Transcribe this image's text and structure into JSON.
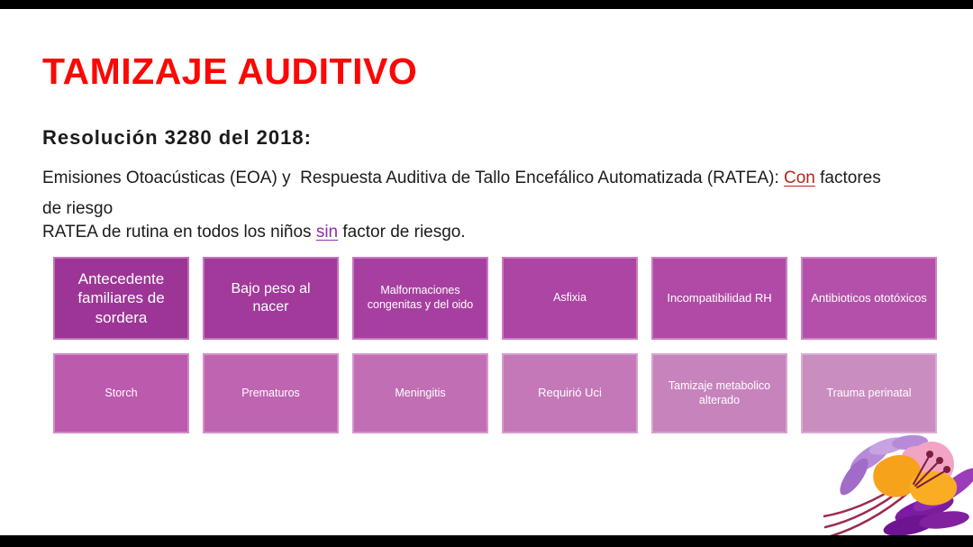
{
  "slide": {
    "title": "TAMIZAJE AUDITIVO",
    "heading": "Resolución 3280 del 2018:",
    "paragraph": {
      "part1": "Emisiones Otoacústicas (EOA) y  Respuesta Auditiva de Tallo Encefálico Automatizada (RATEA): ",
      "highlight": "Con",
      "part2": " factores\nde riesgo"
    },
    "routine_line": {
      "part1": "RATEA de rutina en todos los niños ",
      "highlight": "sin",
      "part2": " factor de riesgo."
    }
  },
  "colors": {
    "title_red": "#fb0806",
    "body_text": "#1b1b1b",
    "con_highlight": "#b0261c",
    "sin_highlight": "#8c2fa8",
    "bar_black": "#000000",
    "box_text": "#ffffff",
    "background": "#ffffff"
  },
  "risk_boxes": {
    "row1": [
      {
        "label": "Antecedente familiares de sordera",
        "color": "#9D3597",
        "font_size": 17
      },
      {
        "label": "Bajo peso al nacer",
        "color": "#A13A9A",
        "font_size": 16
      },
      {
        "label": "Malformaciones congenitas y del oido",
        "color": "#A73FA0",
        "font_size": 12.5
      },
      {
        "label": "Asfixia",
        "color": "#AC45A3",
        "font_size": 12.5
      },
      {
        "label": "Incompatibilidad RH",
        "color": "#B04AA6",
        "font_size": 13
      },
      {
        "label": "Antibioticos ototóxicos",
        "color": "#B450A9",
        "font_size": 13
      }
    ],
    "row2": [
      {
        "label": "Storch",
        "color": "#BC5AAD",
        "font_size": 12.5
      },
      {
        "label": "Prematuros",
        "color": "#BF64B1",
        "font_size": 12.5
      },
      {
        "label": "Meningitis",
        "color": "#C16EB5",
        "font_size": 12.5
      },
      {
        "label": "Requirió Uci",
        "color": "#C478B8",
        "font_size": 13
      },
      {
        "label": "Tamizaje metabolico alterado",
        "color": "#C783BC",
        "font_size": 12.5
      },
      {
        "label": "Trauma perinatal",
        "color": "#CA8DC0",
        "font_size": 12.5
      }
    ]
  },
  "decoration": {
    "name": "flower-illustration",
    "colors": {
      "leaf_dark_purple": "#7c1ba1",
      "petal_lilac": "#b68ad8",
      "flower_orange": "#f6a31b",
      "blob_pink": "#f2a4c4",
      "stamen_maroon": "#7c1e3e",
      "stem_maroon": "#9c2b50"
    }
  }
}
